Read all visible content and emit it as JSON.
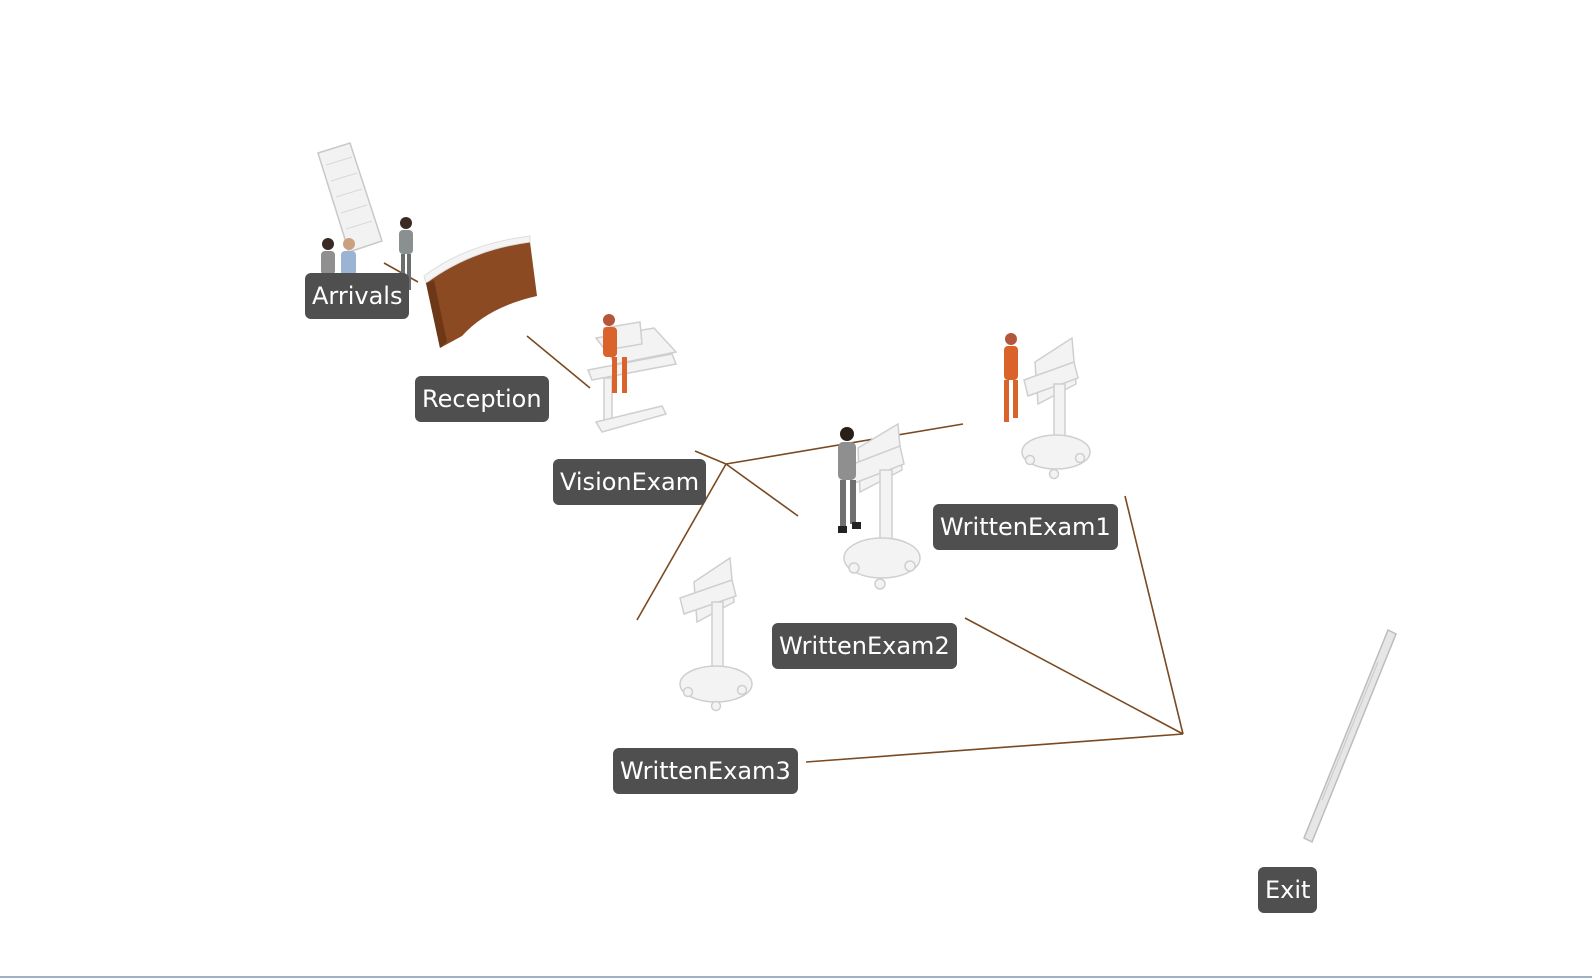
{
  "stations": [
    {
      "key": "arrivals",
      "label": "Arrivals"
    },
    {
      "key": "reception",
      "label": "Reception"
    },
    {
      "key": "vision",
      "label": "VisionExam"
    },
    {
      "key": "we1",
      "label": "WrittenExam1"
    },
    {
      "key": "we2",
      "label": "WrittenExam2"
    },
    {
      "key": "we3",
      "label": "WrittenExam3"
    },
    {
      "key": "exit",
      "label": "Exit"
    }
  ],
  "colors": {
    "label_bg": "#4f4f4f",
    "label_text": "#ffffff",
    "connector": "#7a4a22",
    "desk": "#8b4a22",
    "equipment": "#eeeeee",
    "staff_uniform": "#d9632a",
    "visitor_shirt": "#9b9b9b"
  },
  "icons": [
    "door-icon",
    "reception-desk-icon",
    "person-icon",
    "workstation-cart-icon",
    "exit-door-icon"
  ]
}
